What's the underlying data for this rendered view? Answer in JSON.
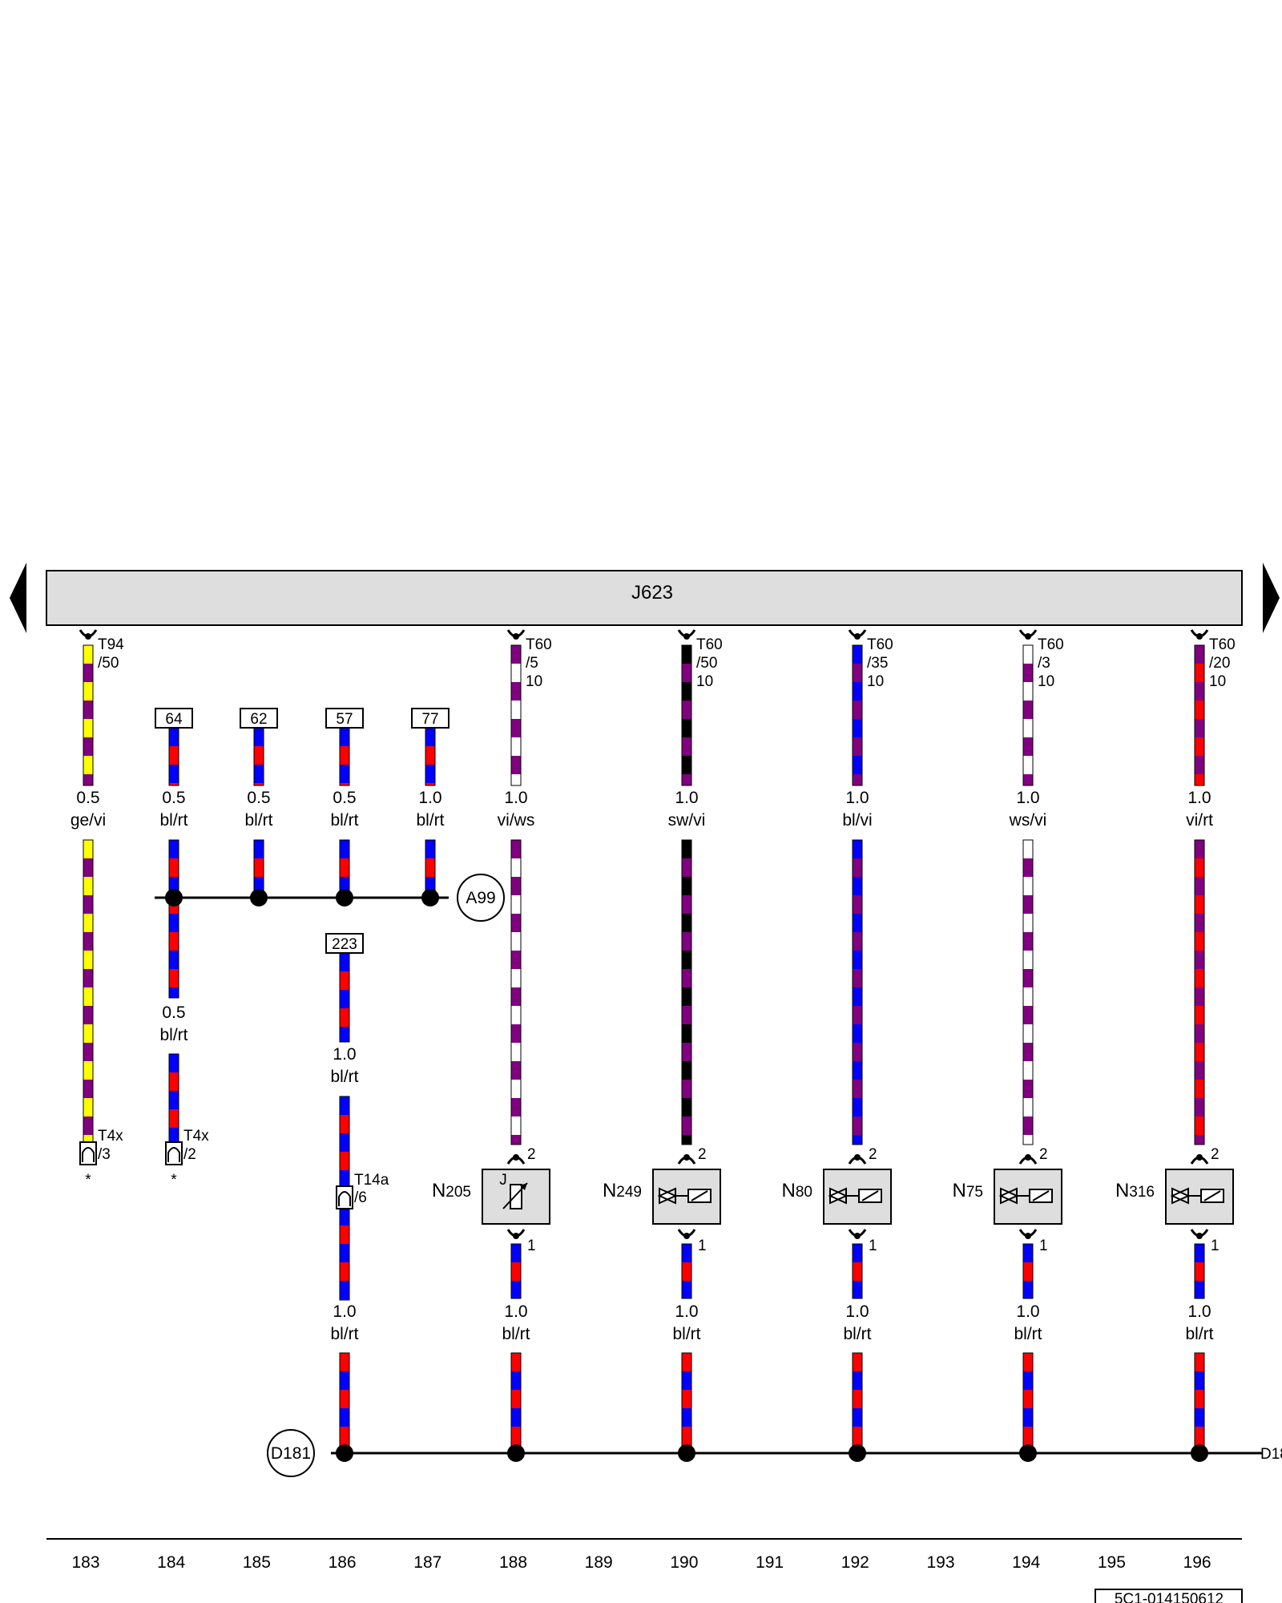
{
  "diagram": {
    "control_unit": {
      "name": "J623"
    },
    "colors": {
      "yellow": "#ffff00",
      "violet": "#800080",
      "blue": "#0000ff",
      "red": "#ff0000",
      "black": "#000000",
      "white": "#ffffff",
      "box_fill": "#dedede"
    },
    "top_wires": [
      {
        "id": "w183",
        "pin_lines": [
          "T94",
          "/50"
        ],
        "size": "0.5",
        "color": "ge/vi",
        "colors": [
          "yellow",
          "violet"
        ]
      },
      {
        "id": "w184",
        "ref": "64",
        "size": "0.5",
        "color": "bl/rt",
        "colors": [
          "blue",
          "red"
        ]
      },
      {
        "id": "w185",
        "ref": "62",
        "size": "0.5",
        "color": "bl/rt",
        "colors": [
          "blue",
          "red"
        ]
      },
      {
        "id": "w186",
        "ref": "57",
        "size": "0.5",
        "color": "bl/rt",
        "colors": [
          "blue",
          "red"
        ]
      },
      {
        "id": "w187",
        "ref": "77",
        "size": "1.0",
        "color": "bl/rt",
        "colors": [
          "blue",
          "red"
        ]
      },
      {
        "id": "w188",
        "pin_lines": [
          "T60",
          "/5",
          "10"
        ],
        "size": "1.0",
        "color": "vi/ws",
        "colors": [
          "violet",
          "white"
        ]
      },
      {
        "id": "w190",
        "pin_lines": [
          "T60",
          "/50",
          "10"
        ],
        "size": "1.0",
        "color": "sw/vi",
        "colors": [
          "black",
          "violet"
        ]
      },
      {
        "id": "w192",
        "pin_lines": [
          "T60",
          "/35",
          "10"
        ],
        "size": "1.0",
        "color": "bl/vi",
        "colors": [
          "blue",
          "violet"
        ]
      },
      {
        "id": "w194",
        "pin_lines": [
          "T60",
          "/3",
          "10"
        ],
        "size": "1.0",
        "color": "ws/vi",
        "colors": [
          "white",
          "violet"
        ]
      },
      {
        "id": "w196",
        "pin_lines": [
          "T60",
          "/20",
          "10"
        ],
        "size": "1.0",
        "color": "vi/rt",
        "colors": [
          "violet",
          "red"
        ]
      }
    ],
    "splice_a99": {
      "label": "A99"
    },
    "branch_184": {
      "size": "0.5",
      "color": "bl/rt"
    },
    "branch_186": {
      "ref": "223",
      "size": "1.0",
      "color": "bl/rt"
    },
    "connectors_t4x": [
      {
        "name": "T4x",
        "pin": "/3",
        "note": "*"
      },
      {
        "name": "T4x",
        "pin": "/2",
        "note": "*"
      }
    ],
    "connector_t14a": {
      "name": "T14a",
      "pin": "/6"
    },
    "components": [
      {
        "name_main": "N",
        "name_sub": "205",
        "pin_top": "2",
        "pin_bottom": "1",
        "type": "adjuster",
        "inner": "J"
      },
      {
        "name_main": "N",
        "name_sub": "249",
        "pin_top": "2",
        "pin_bottom": "1",
        "type": "valve"
      },
      {
        "name_main": "N",
        "name_sub": "80",
        "pin_top": "2",
        "pin_bottom": "1",
        "type": "valve"
      },
      {
        "name_main": "N",
        "name_sub": "75",
        "pin_top": "2",
        "pin_bottom": "1",
        "type": "valve"
      },
      {
        "name_main": "N",
        "name_sub": "316",
        "pin_top": "2",
        "pin_bottom": "1",
        "type": "valve"
      }
    ],
    "bottom_wires": [
      {
        "size": "1.0",
        "color": "bl/rt"
      },
      {
        "size": "1.0",
        "color": "bl/rt"
      },
      {
        "size": "1.0",
        "color": "bl/rt"
      },
      {
        "size": "1.0",
        "color": "bl/rt"
      },
      {
        "size": "1.0",
        "color": "bl/rt"
      },
      {
        "size": "1.0",
        "color": "bl/rt"
      }
    ],
    "ground_d181": {
      "label": "D181",
      "right_label": "D18"
    },
    "scale": [
      "183",
      "184",
      "185",
      "186",
      "187",
      "188",
      "189",
      "190",
      "191",
      "192",
      "193",
      "194",
      "195",
      "196"
    ],
    "footer_code": "5C1-014150612"
  }
}
